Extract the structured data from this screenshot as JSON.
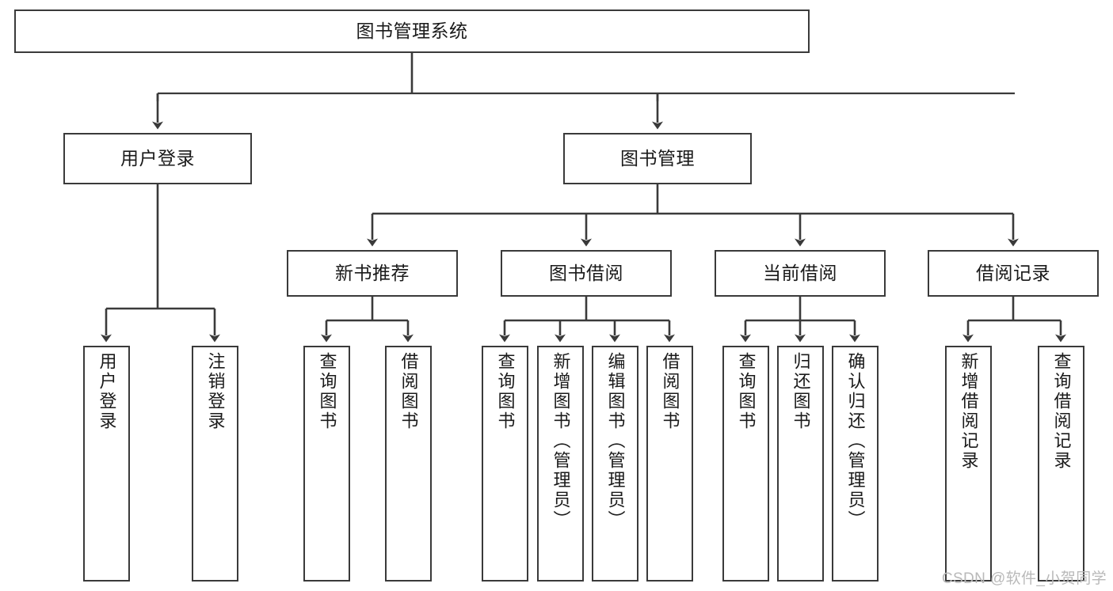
{
  "diagram": {
    "title": "图书管理系统",
    "watermark": "CSDN @软件_小贺同学",
    "levels": {
      "root": {
        "label": "图书管理系统"
      },
      "level2": [
        {
          "label": "用户登录"
        },
        {
          "label": "图书管理"
        }
      ],
      "level3": [
        {
          "label": "新书推荐"
        },
        {
          "label": "图书借阅"
        },
        {
          "label": "当前借阅"
        },
        {
          "label": "借阅记录"
        }
      ],
      "leaves": {
        "user_login": [
          {
            "label": "用户登录"
          },
          {
            "label": "注销登录"
          }
        ],
        "new_book_recommend": [
          {
            "label": "查询图书"
          },
          {
            "label": "借阅图书"
          }
        ],
        "book_borrow": [
          {
            "label": "查询图书"
          },
          {
            "label": "新增图书（管理员）"
          },
          {
            "label": "编辑图书（管理员）"
          },
          {
            "label": "借阅图书"
          }
        ],
        "current_borrow": [
          {
            "label": "查询图书"
          },
          {
            "label": "归还图书"
          },
          {
            "label": "确认归还（管理员）"
          }
        ],
        "borrow_record": [
          {
            "label": "新增借阅记录"
          },
          {
            "label": "查询借阅记录"
          }
        ]
      }
    },
    "colors": {
      "stroke": "#3a3a3a",
      "fill": "#ffffff",
      "text": "#1a1a1a",
      "watermark": "#b9b9b9"
    }
  }
}
